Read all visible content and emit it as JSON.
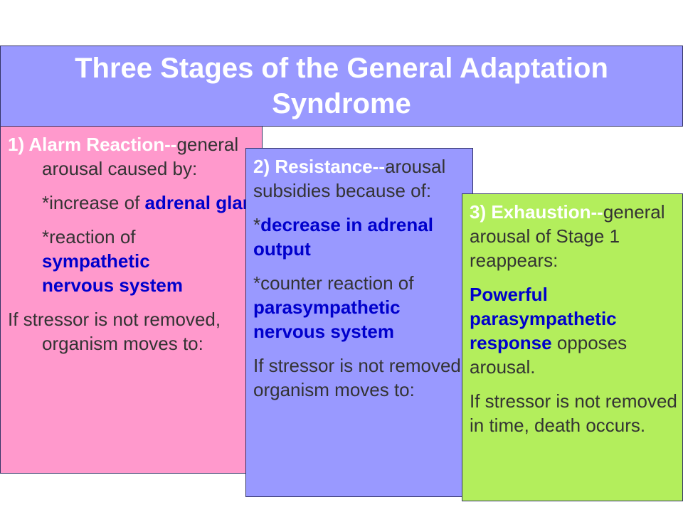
{
  "title": "Three Stages of the General Adaptation Syndrome",
  "stage1": {
    "heading": "1) Alarm Reaction",
    "dash": "--",
    "intro": "general arousal caused by:",
    "item1_prefix": "*increase of ",
    "item1_emph": "adrenal glands",
    "item2_prefix": "*reaction of ",
    "item2_emph": "sympathetic nervous system",
    "footer": "If stressor is not removed, organism moves to:"
  },
  "stage2": {
    "heading": "2) Resistance",
    "dash": "--",
    "intro": "arousal subsidies because of:",
    "item1_prefix": "*",
    "item1_emph": "decrease in adrenal output",
    "item2_prefix": "*counter reaction of ",
    "item2_emph": "parasympathetic nervous system",
    "footer": "If stressor is not removed, organism moves to:"
  },
  "stage3": {
    "heading": "3) Exhaustion",
    "dash": "--",
    "intro": "general arousal of Stage 1 reappears:",
    "item1_emph": "Powerful parasympathetic response",
    "item1_suffix": " opposes arousal.",
    "footer": "If stressor is not removed in time, death occurs."
  },
  "colors": {
    "title_bg": "#9999ff",
    "stage1_bg": "#ff99cc",
    "stage2_bg": "#9999ff",
    "stage3_bg": "#b3ee5c",
    "emphasis": "#0000cc"
  }
}
